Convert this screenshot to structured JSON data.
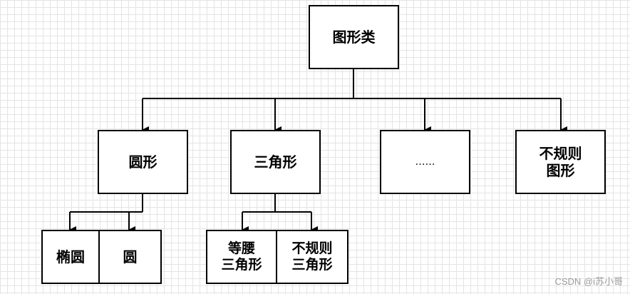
{
  "root": {
    "label": "图形类"
  },
  "children": [
    {
      "label": "圆形"
    },
    {
      "label": "三角形"
    },
    {
      "label": "……"
    },
    {
      "label": "不规则\n图形"
    }
  ],
  "circle_children": [
    {
      "label": "椭圆"
    },
    {
      "label": "圆"
    }
  ],
  "triangle_children": [
    {
      "label": "等腰\n三角形"
    },
    {
      "label": "不规则\n三角形"
    }
  ],
  "watermark": "CSDN @i苏小哥",
  "colors": {
    "line": "#000000",
    "box_border": "#000000",
    "grid": "#e4e4e4"
  }
}
